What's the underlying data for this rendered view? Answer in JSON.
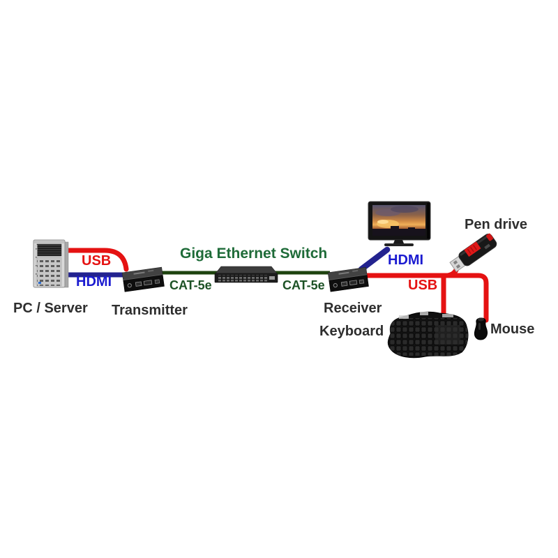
{
  "diagram": {
    "labels": {
      "pc_server": "PC / Server",
      "usb_left": "USB",
      "hdmi_left": "HDMI",
      "transmitter": "Transmitter",
      "switch_title": "Giga Ethernet Switch",
      "cat5e_left": "CAT-5e",
      "cat5e_right": "CAT-5e",
      "receiver": "Receiver",
      "hdmi_right": "HDMI",
      "usb_right": "USB",
      "pen_drive": "Pen drive",
      "keyboard": "Keyboard",
      "mouse": "Mouse"
    },
    "colors": {
      "usb_cable": "#e51212",
      "hdmi_cable": "#23238f",
      "hdmi_text": "#1b1bd0",
      "cat5e_cable": "#1e430f",
      "cat5e_text": "#1d5226",
      "switch_title_text": "#1e6b38",
      "device_label_text": "#2e2e2e",
      "background": "#ffffff"
    },
    "connections": [
      {
        "from": "PC / Server",
        "to": "Transmitter",
        "cable": "USB"
      },
      {
        "from": "PC / Server",
        "to": "Transmitter",
        "cable": "HDMI"
      },
      {
        "from": "Transmitter",
        "to": "Giga Ethernet Switch",
        "cable": "CAT-5e"
      },
      {
        "from": "Giga Ethernet Switch",
        "to": "Receiver",
        "cable": "CAT-5e"
      },
      {
        "from": "Receiver",
        "to": "Monitor",
        "cable": "HDMI"
      },
      {
        "from": "Receiver",
        "to": "Pen drive",
        "cable": "USB"
      },
      {
        "from": "Receiver",
        "to": "Keyboard",
        "cable": "USB"
      },
      {
        "from": "Receiver",
        "to": "Mouse",
        "cable": "USB"
      }
    ]
  }
}
